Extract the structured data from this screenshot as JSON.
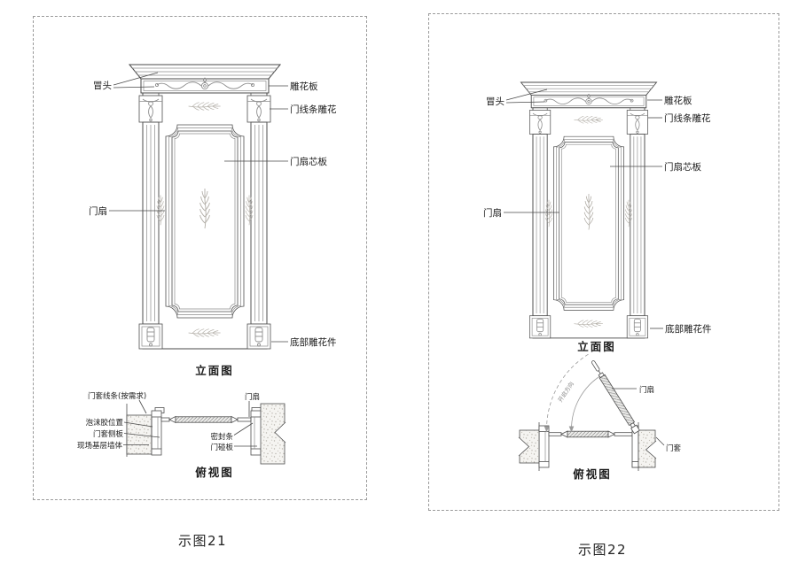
{
  "figures": {
    "left": {
      "caption": "示图21",
      "elevation": {
        "title": "立面图",
        "labels": {
          "cap_rail": "冒头",
          "carved_panel": "雕花板",
          "molding_carving": "门线条雕花",
          "core_panel": "门扇芯板",
          "door_leaf": "门扇",
          "bottom_carving": "底部雕花件"
        }
      },
      "top_view": {
        "title": "俯视图",
        "labels": {
          "frame_molding": "门套线条(按需求)",
          "door_leaf": "门扇",
          "foam_position": "泡沫胶位置",
          "frame_side_board": "门套侧板",
          "site_base_wall": "现场基层墙体",
          "seal_strip": "密封条",
          "door_stop_board": "门碰板"
        }
      }
    },
    "right": {
      "caption": "示图22",
      "elevation": {
        "title": "立面图",
        "labels": {
          "cap_rail": "冒头",
          "carved_panel": "雕花板",
          "molding_carving": "门线条雕花",
          "core_panel": "门扇芯板",
          "door_leaf": "门扇",
          "bottom_carving": "底部雕花件"
        }
      },
      "top_view": {
        "title": "俯视图",
        "labels": {
          "door_leaf": "门扇",
          "door_frame": "门套",
          "open_direction": "开启方向"
        }
      }
    }
  },
  "colors": {
    "line": "#4a4a4a",
    "light_line": "#8c8c8c",
    "ornament": "#9a9a9a",
    "panel_border": "#9a9a9a",
    "text": "#1c1c1c"
  }
}
